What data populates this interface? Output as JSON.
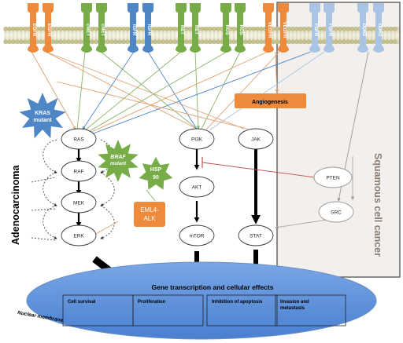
{
  "receptors": [
    {
      "left": "EGFR",
      "right": "EGFR",
      "color": "#ee8a3c"
    },
    {
      "left": "cMET",
      "right": "cMET",
      "color": "#77ac48"
    },
    {
      "left": "IGFR",
      "right": "IGFR",
      "color": "#4f86c6"
    },
    {
      "left": "RET",
      "right": "RET",
      "color": "#77ac48"
    },
    {
      "left": "ROS",
      "right": "ROS",
      "color": "#77ac48"
    },
    {
      "left": "VEGFR",
      "right": "VEGFR",
      "color": "#ee8a3c"
    },
    {
      "left": "FGFR",
      "right": "FGFR",
      "color": "#a9c4e4"
    },
    {
      "left": "DDR2",
      "right": "DDR2",
      "color": "#a9c4e4"
    }
  ],
  "nodes": {
    "ras": "RAS",
    "raf": "RAF",
    "mek": "MEK",
    "erk": "ERK",
    "pi3k": "PI3K",
    "akt": "AKT",
    "mtor": "mTOR",
    "jak": "JAK",
    "stat": "STAT",
    "pten": "PTEN",
    "src": "SRC"
  },
  "kras": {
    "line1": "KRAS",
    "line2": "mutant"
  },
  "braf": {
    "line1": "BRAF",
    "line2": "mutant"
  },
  "hsp": {
    "line1": "HSP",
    "line2": "90"
  },
  "eml4": {
    "line1": "EML4-",
    "line2": "ALK"
  },
  "angiogenesis": "Angiogenesis",
  "side_labels": {
    "adenocarcinoma": "Adenocarcinoma",
    "squamous": "Squamous cell cancer"
  },
  "nucleus": {
    "title": "Gene transcription and cellular effects",
    "membrane": "Nuclear membrane",
    "effects": [
      {
        "line1": "Cell survival",
        "line2": ""
      },
      {
        "line1": "Proliferation",
        "line2": ""
      },
      {
        "line1": "Inhibition of apoptosis",
        "line2": ""
      },
      {
        "line1": "Invasion and",
        "line2": "metastasis"
      }
    ]
  },
  "colors": {
    "orange": "#ee8a3c",
    "green": "#77ac48",
    "blue": "#4f86c6",
    "lightblue": "#a9c4e4",
    "nucleus": "#5b8fd9",
    "inhibit": "#c0504d"
  }
}
